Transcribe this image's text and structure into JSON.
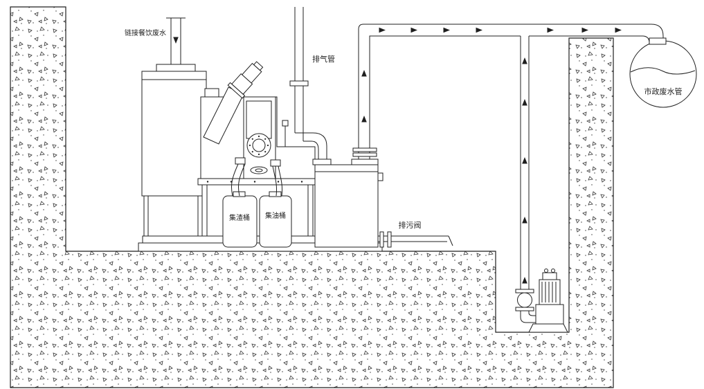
{
  "diagram": {
    "type": "grease-separator-installation-schematic",
    "labels": {
      "inlet_pipe": "链接餐饮废水",
      "vent_pipe": "排气管",
      "slag_bucket": "集渣桶",
      "oil_bucket": "集油桶",
      "drain_valve": "排污阀",
      "municipal_pipe": "市政废水管"
    },
    "colors": {
      "line": "#1f1f1f",
      "background": "#ffffff",
      "concrete_speckle": "#333333"
    }
  }
}
